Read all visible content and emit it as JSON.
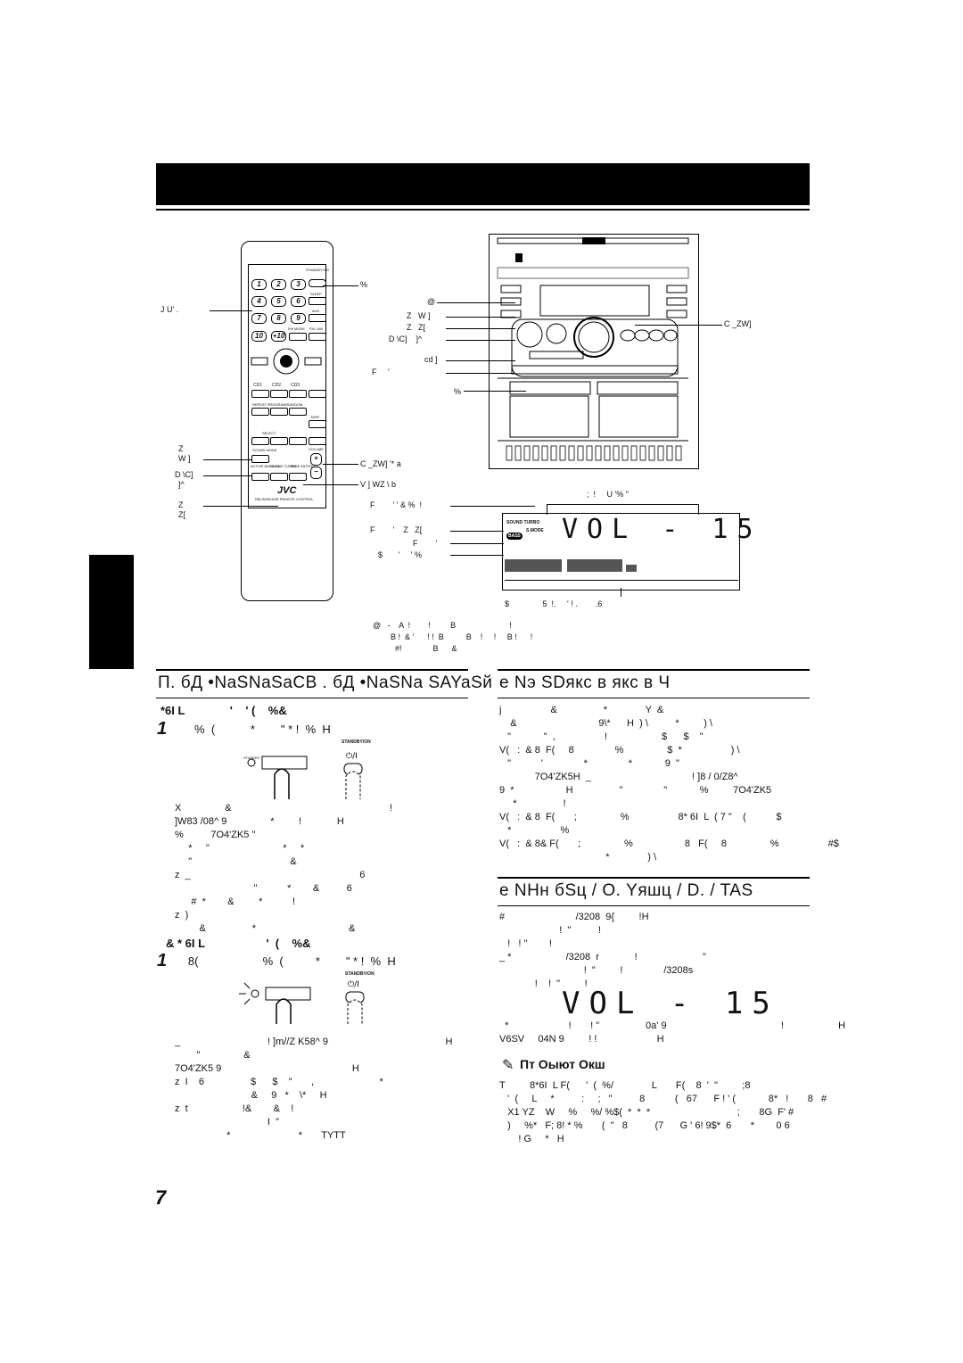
{
  "header": {
    "title": ""
  },
  "remote": {
    "left_label": "J U' .",
    "left_label2_lines": [
      "Z",
      "W ]"
    ],
    "left_label3_lines": [
      "D \\C]",
      "]^"
    ],
    "left_label4_lines": [
      "Z",
      "Z["
    ],
    "standby_label": "STANDBY/ON",
    "sleep_label": "SLEEP",
    "aux_label": "AUX",
    "fm_mode_label": "FM MODE",
    "fm_am_label": "FM / AM",
    "cd_labels": [
      "CD1",
      "CD2",
      "CD3"
    ],
    "repeat_label": "REPEAT PROGRAM/RANDOM",
    "tape_label": "TAPE",
    "select_label": "SELECT",
    "sound_mode_label": "SOUND MODE",
    "volume_label": "VOLUME",
    "active_bass_label": "ACTIVE BASS EX.",
    "sound_turbo_label": "SOUND TURBO",
    "fade_muting_label": "FADE MUTING",
    "jvc_logo": "JVC",
    "model_label": "RM-SMXKA3R REMOTE CONTROL",
    "numbers": [
      "1",
      "2",
      "3",
      "4",
      "5",
      "6",
      "7",
      "8",
      "9",
      "10",
      "+10"
    ],
    "right_label_pct": "%",
    "right_label_volume": "C _ZW] '* a",
    "right_label_fade": "V ] WZ \\ b"
  },
  "callouts_center": {
    "at": "@",
    "zw": "Z   W ]",
    "zz": "Z   Z[",
    "dc": "D \\C]    ]^",
    "cd": "cd ]",
    "f": "F     '",
    "pct": "%"
  },
  "unit_right_label": "C _ZW]",
  "display": {
    "top_label": ";  !     U '% \"",
    "lcd_text": "VOL - 15",
    "sound_turbo": "SOUND TURBO",
    "s_mode": "S.MODE",
    "bass": "BASS",
    "left_label1": "F        ' ' & %  !",
    "left_label2": "F        '    Z   Z[",
    "left_label3": "F        '",
    "left_label4": "$       '     ' %",
    "bottom_label": "$               5  !.     ' ! .        .6"
  },
  "caption_lines": [
    "@   -    A  !        !         B                        !",
    "        B !  & '      ! !  B          B    !     !     B !      !",
    "          #!              B      &"
  ],
  "section_left": {
    "title": "П. бД •NaSNaSaСВ . бД •NaSNa SAYaSй",
    "subhead1": "*6I L              '    ' (    %&",
    "step1_num": "1",
    "step1_text": "     %  (           *        \" * !  %  H",
    "standby_on": "STANDBY/ON",
    "standby": "STANDBY",
    "para1": [
      "X                &                                                          !",
      "]W83 /08^ 9                *         !             H",
      "%          7O4'ZK5 \"",
      "     *     \"                           *     *",
      "     \"                                    &",
      "z  _                                                              6",
      "                             \"           *        &          6",
      "      #  *        &         *           !",
      "z  )",
      "         &                 *                                  &"
    ],
    "subhead2": "& * 6I L                   '  (    %&",
    "step2_num": "1",
    "step2_text": "   8(                    %  (          *        \" * !  %  H",
    "para2": [
      "_                                ! ]m//Z K58^ 9                                           H",
      "        \"                &",
      "7O4'ZK5 9                                                H",
      "z  I    6                 $      $    \"       ,                        *",
      "                            &     9   *    \\*     H",
      "z  t                    !&        &    !",
      "                                  I  \"",
      "                   *                         *       TYTT"
    ]
  },
  "section_right_1": {
    "title": "e Nэ SDякс в якс в Ч",
    "para": [
      "j                  &                 *              Y  &",
      "    &                              9\\*      H  ) \\          *         ) \\",
      "   \"            \"  ,                  !                    $      $    \"",
      "V(   :  & 8  F(     8               %                $  *                  ) \\",
      "   \"           '               *               *            9  \"",
      "             7O4'ZK5H  _                                     ! ]8 / 0/Z8^",
      "9  *                   H                 \"               \"            %         7O4'ZK5",
      "     *                 !",
      "V(   :  & 8  F(       ;                %                  8* 6I  L  ( 7 \"    (           $",
      "   *                  %",
      "V(   :  & 8& F(       ;                %                   8   F(     8                %                  #$",
      "                                       *              ) \\"
    ]
  },
  "section_right_2": {
    "title": "e NНн бSц / О. Yяшц / D. / TAS",
    "para1": [
      "#                          /3208  9{         !H",
      "                      !  \"          !",
      "   !   ! \"        !",
      "_ *                    /3208  r             !                        \"",
      "                               !  \"         !               /3208s",
      "             !    !  \"         !"
    ],
    "lcd_text": "VOL - 15",
    "para2": [
      "  *                      !       ! \"                 0a' 9                                          !                    H",
      "V6SV     04N 9         ! !                      H"
    ],
    "note_title": "Пт Оыют Окш",
    "note_lines": [
      "T         8*6I  L F(      '  (  %/              L       F(    8  '  \"         ;8",
      "   '  (     L     *          :     ;   \"          8           (   67      F ! ' (            8*   !       8   #",
      "   X1 YZ    W     %     %/ %$(  *  *  *                                ;       8G  F' #",
      "   )     %*   F; 8! * %       (  \"   8          (7      G ' 6! 9$*  6       *        0 6",
      "       ! G     *   H"
    ]
  },
  "page_number": "7"
}
